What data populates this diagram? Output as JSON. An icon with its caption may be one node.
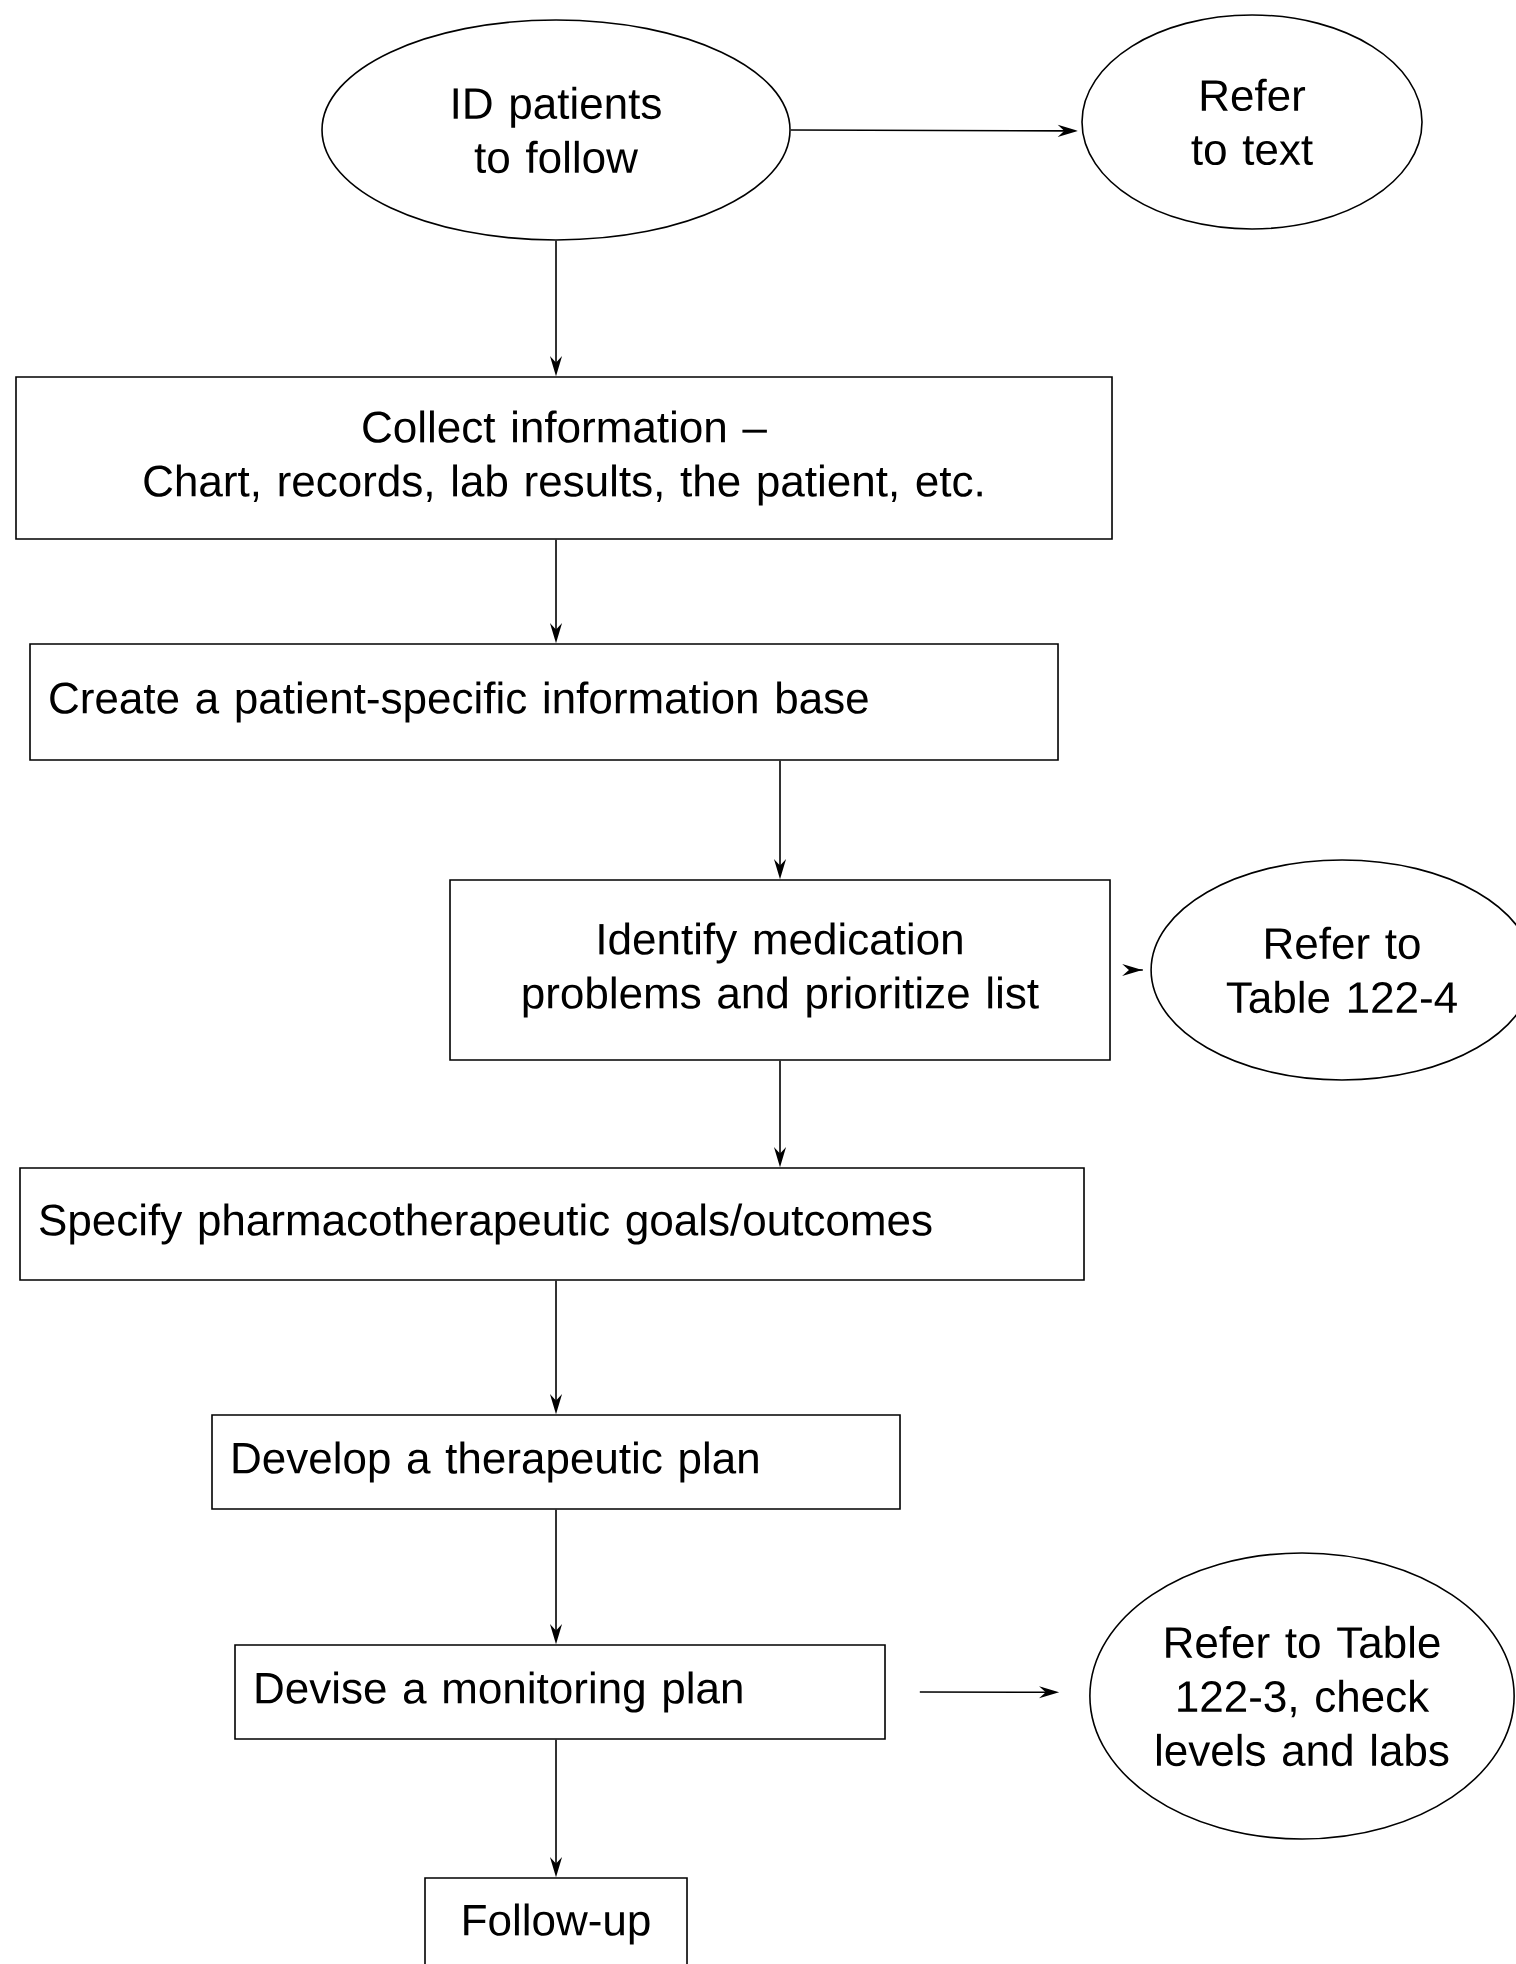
{
  "diagram": {
    "nodes": [
      {
        "text": [
          "ID patients to follow"
        ]
      },
      {
        "text": [
          "Refer to text"
        ]
      },
      {
        "text": [
          "Collect information –",
          "Chart, records, lab results, the patient, etc."
        ]
      },
      {
        "text": [
          "Create a patient-specific information base"
        ]
      },
      {
        "text": [
          "Identify medication problems and prioritize list"
        ]
      },
      {
        "text": [
          "Refer to Table 122-4"
        ]
      },
      {
        "text": [
          "Specify pharmacotherapeutic goals/outcomes"
        ]
      },
      {
        "text": [
          "Develop a therapeutic plan"
        ]
      },
      {
        "text": [
          "Devise a monitoring plan"
        ]
      },
      {
        "text": [
          "Refer to Table 122-3, check levels and labs"
        ]
      },
      {
        "text": [
          "Follow-up"
        ]
      }
    ],
    "edges": [
      {
        "from": 0,
        "to": 1,
        "arrow": "to"
      },
      {
        "from": 0,
        "to": 2,
        "arrow": "to"
      },
      {
        "from": 2,
        "to": 3,
        "arrow": "to"
      },
      {
        "from": 3,
        "to": 4,
        "arrow": "to"
      },
      {
        "from": 4,
        "to": 5,
        "arrow": "to"
      },
      {
        "from": 4,
        "to": 6,
        "arrow": "to"
      },
      {
        "from": 6,
        "to": 7,
        "arrow": "to"
      },
      {
        "from": 7,
        "to": 8,
        "arrow": "to"
      },
      {
        "from": 8,
        "to": 9,
        "arrow": "to"
      },
      {
        "from": 8,
        "to": 10,
        "arrow": "to"
      }
    ]
  }
}
